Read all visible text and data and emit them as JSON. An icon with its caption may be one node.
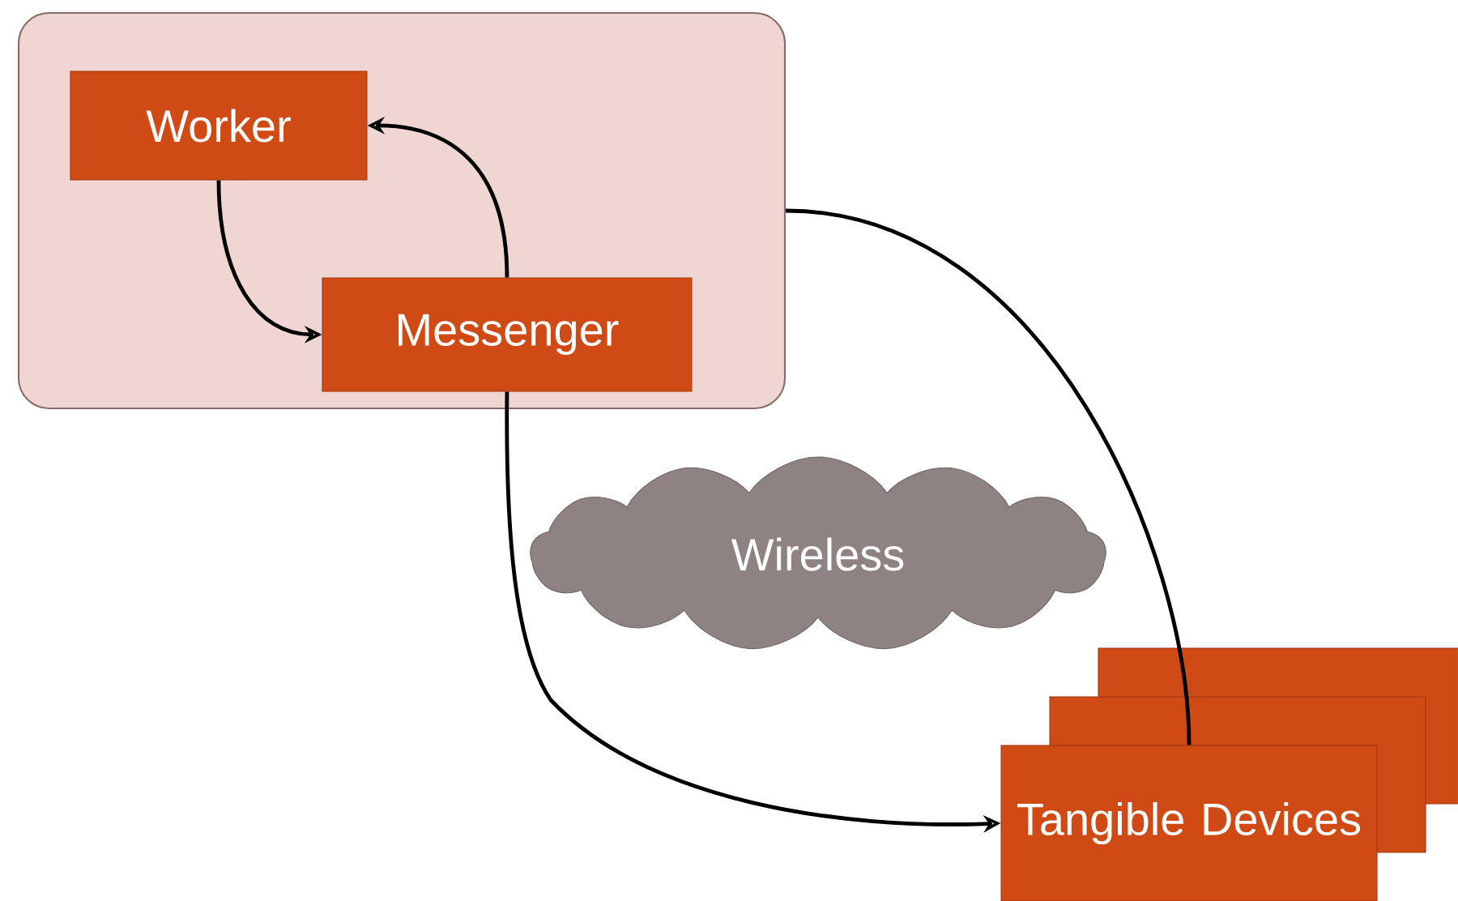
{
  "diagram": {
    "nodes": [
      {
        "text": [],
        "shape": "box"
      },
      {
        "text": [
          "Worker"
        ],
        "in": 0
      },
      {
        "text": [
          "Messenger"
        ],
        "in": 0
      },
      {
        "text": [
          "Wireless"
        ]
      },
      {
        "text": [
          "Tangible Devices"
        ]
      }
    ],
    "edges": [
      {
        "from": 1,
        "to": 2,
        "arrow": "to"
      },
      {
        "from": 2,
        "to": 1,
        "arrow": "to"
      },
      {
        "from": 2,
        "to": 4,
        "arrow": "to"
      },
      {
        "from": 0,
        "to": 4,
        "arrow": "none"
      }
    ]
  }
}
